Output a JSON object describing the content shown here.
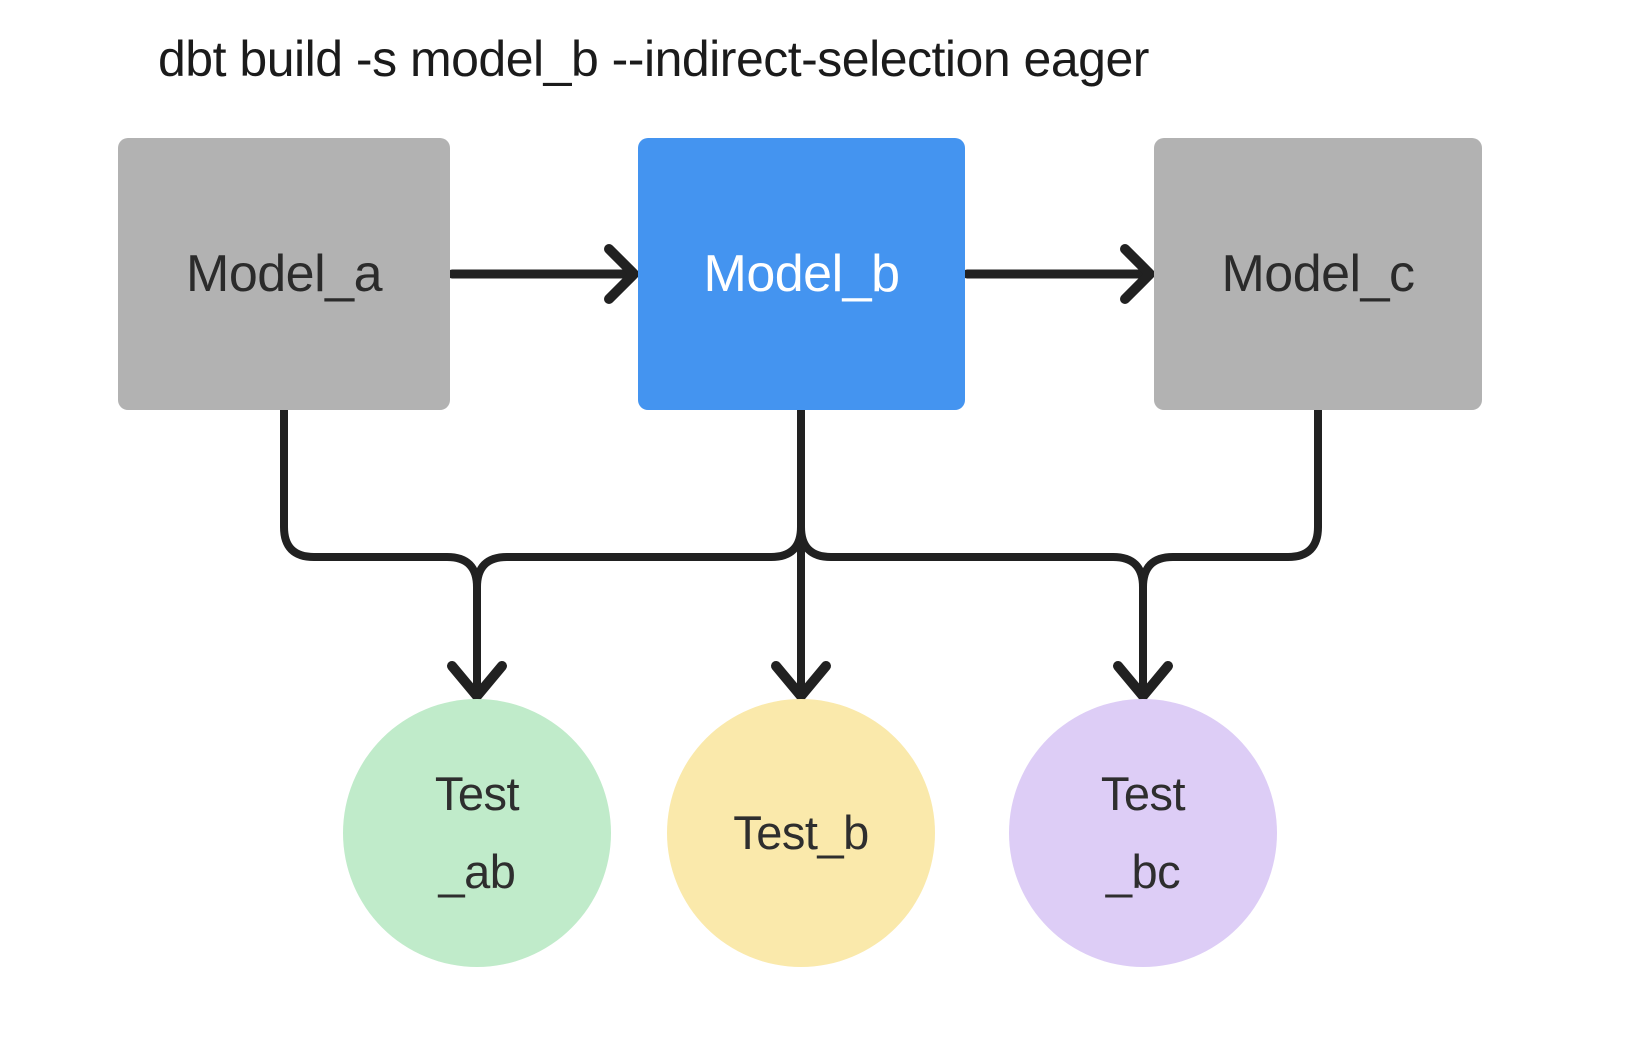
{
  "title": "dbt build -s model_b --indirect-selection eager",
  "colors": {
    "background": "#ffffff",
    "model_default_fill": "#b2b2b2",
    "model_selected_fill": "#4494f0",
    "model_default_text": "#2b2b2b",
    "model_selected_text": "#ffffff",
    "edge_stroke": "#212121",
    "test_ab_fill": "#c0ebca",
    "test_b_fill": "#fae9ab",
    "test_bc_fill": "#ddcdf6",
    "title_text": "#1b1b1b"
  },
  "models": [
    {
      "label": "Model_a",
      "state": "unselected"
    },
    {
      "label": "Model_b",
      "state": "selected"
    },
    {
      "label": "Model_c",
      "state": "unselected"
    }
  ],
  "tests": [
    {
      "line1": "Test",
      "line2": "_ab"
    },
    {
      "line1": "Test_b"
    },
    {
      "line1": "Test",
      "line2": "_bc"
    }
  ],
  "edges": [
    {
      "from": "model_a",
      "to": "model_b"
    },
    {
      "from": "model_b",
      "to": "model_c"
    },
    {
      "from": "model_a",
      "to": "test_ab"
    },
    {
      "from": "model_b",
      "to": "test_ab"
    },
    {
      "from": "model_b",
      "to": "test_b"
    },
    {
      "from": "model_b",
      "to": "test_bc"
    },
    {
      "from": "model_c",
      "to": "test_bc"
    }
  ]
}
